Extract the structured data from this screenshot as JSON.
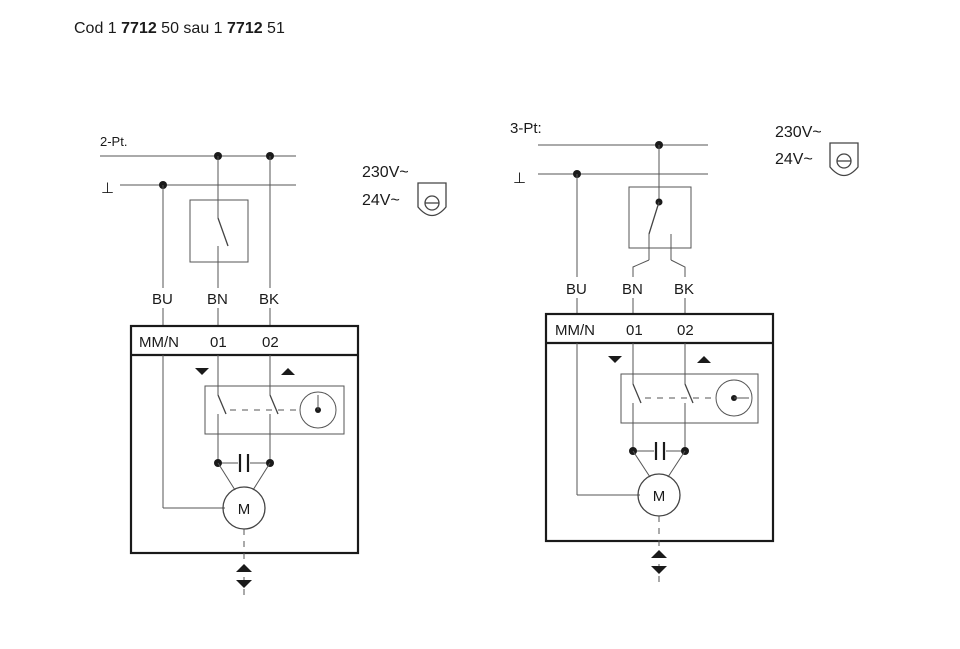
{
  "title": {
    "prefix": "Cod 1 ",
    "code_a": "7712",
    "mid": " 50 sau 1 ",
    "code_b": "7712",
    "suffix": " 51"
  },
  "left": {
    "mode_label": "2-Pt.",
    "volt_230": "230V~",
    "volt_24": "24V~",
    "wire_bu": "BU",
    "wire_bn": "BN",
    "wire_bk": "BK",
    "term_n": "MM/N",
    "term_01": "01",
    "term_02": "02",
    "motor": "M"
  },
  "right": {
    "mode_label": "3-Pt:",
    "volt_230": "230V~",
    "volt_24": "24V~",
    "wire_bu": "BU",
    "wire_bn": "BN",
    "wire_bk": "BK",
    "term_n": "MM/N",
    "term_01": "01",
    "term_02": "02",
    "motor": "M"
  },
  "ground_symbol": "⊥"
}
